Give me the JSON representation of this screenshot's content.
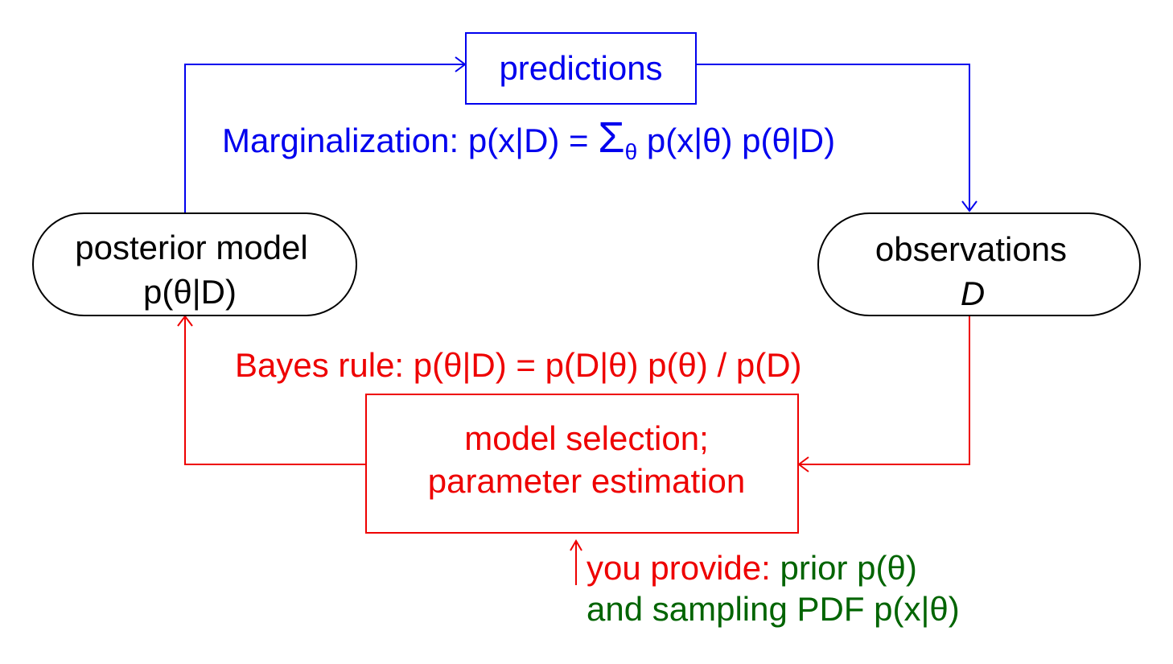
{
  "nodes": {
    "predictions": {
      "label": "predictions"
    },
    "posterior": {
      "line1": "posterior model",
      "line2": "p(θ|D)"
    },
    "observations": {
      "line1": "observations",
      "line2": "D"
    },
    "model_selection": {
      "line1": "model selection;",
      "line2": "parameter estimation"
    }
  },
  "edges": {
    "marginalization": {
      "prefix": "Marginalization: p(x|D) = ",
      "sigma": "Σ",
      "subscript": "θ",
      "suffix": " p(x|θ) p(θ|D)"
    },
    "bayes": {
      "label": "Bayes rule: p(θ|D) = p(D|θ) p(θ) / p(D)"
    }
  },
  "note": {
    "prefix": "you provide: ",
    "prior": "prior p(θ)",
    "line2": "and sampling PDF p(x|θ)"
  },
  "colors": {
    "blue": "#0000ee",
    "red": "#ee0000",
    "green": "#006400",
    "black": "#000000"
  }
}
